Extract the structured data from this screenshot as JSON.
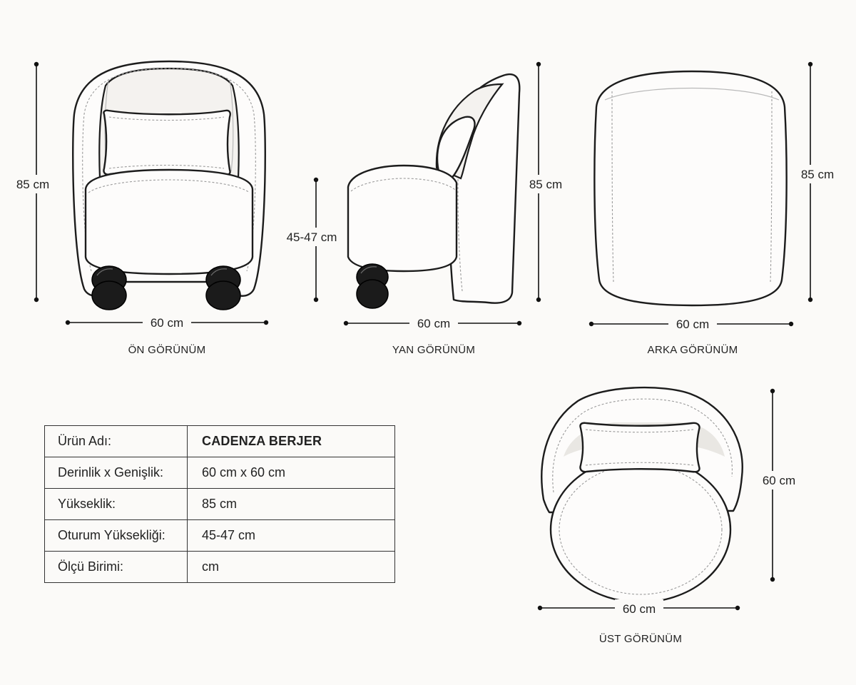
{
  "views": {
    "front": {
      "label": "ÖN GÖRÜNÜM",
      "height": "85 cm",
      "width": "60 cm"
    },
    "side": {
      "label": "YAN GÖRÜNÜM",
      "height": "85 cm",
      "seat_height": "45-47 cm",
      "width": "60 cm"
    },
    "back": {
      "label": "ARKA GÖRÜNÜM",
      "height": "85 cm",
      "width": "60 cm"
    },
    "top": {
      "label": "ÜST GÖRÜNÜM",
      "depth": "60 cm",
      "width": "60 cm"
    }
  },
  "spec_table": {
    "rows": [
      {
        "label": "Ürün Adı:",
        "value": "CADENZA BERJER"
      },
      {
        "label": "Derinlik x Genişlik:",
        "value": "60 cm x 60 cm"
      },
      {
        "label": "Yükseklik:",
        "value": "85 cm"
      },
      {
        "label": "Oturum Yüksekliği:",
        "value": "45-47 cm"
      },
      {
        "label": "Ölçü Birimi:",
        "value": "cm"
      }
    ]
  },
  "colors": {
    "line": "#1c1c1c",
    "feet": "#1b1b1b",
    "background": "#fbfaf8"
  }
}
